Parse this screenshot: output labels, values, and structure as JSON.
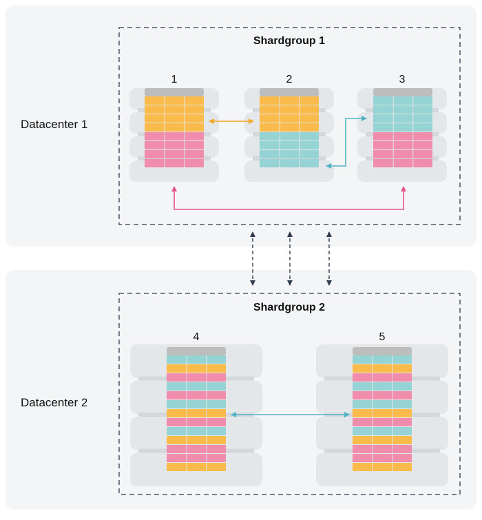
{
  "colors": {
    "orange": "#fbbb4a",
    "pink": "#f08cac",
    "teal": "#95d3d5",
    "header": "#bdbdbd",
    "panel": "#f4f5f7",
    "dash": "#2e3a4f",
    "server": "#e4e7ea",
    "server_shadow": "#d4d8dc"
  },
  "datacenters": [
    {
      "label": "Datacenter 1",
      "shardgroup": {
        "title": "Shardgroup 1",
        "nodes": [
          {
            "number": "1",
            "rows": [
              "orange",
              "orange",
              "orange",
              "orange",
              "pink",
              "pink",
              "pink",
              "pink"
            ]
          },
          {
            "number": "2",
            "rows": [
              "orange",
              "orange",
              "orange",
              "orange",
              "teal",
              "teal",
              "teal",
              "teal"
            ]
          },
          {
            "number": "3",
            "rows": [
              "teal",
              "teal",
              "teal",
              "teal",
              "pink",
              "pink",
              "pink",
              "pink"
            ]
          }
        ],
        "replication_links": [
          {
            "from": "1",
            "to": "2",
            "shard": "orange",
            "icon": "double-arrow"
          },
          {
            "from": "2",
            "to": "3",
            "shard": "teal",
            "icon": "double-arrow"
          },
          {
            "from": "1",
            "to": "3",
            "shard": "pink",
            "icon": "double-arrow"
          }
        ]
      }
    },
    {
      "label": "Datacenter 2",
      "shardgroup": {
        "title": "Shardgroup 2",
        "nodes": [
          {
            "number": "4",
            "rows": [
              "teal",
              "orange",
              "pink",
              "teal",
              "pink",
              "teal",
              "orange",
              "pink",
              "teal",
              "orange",
              "pink",
              "pink",
              "orange"
            ]
          },
          {
            "number": "5",
            "rows": [
              "teal",
              "orange",
              "pink",
              "teal",
              "pink",
              "teal",
              "orange",
              "pink",
              "teal",
              "orange",
              "pink",
              "pink",
              "orange"
            ]
          }
        ],
        "replication_links": [
          {
            "from": "4",
            "to": "5",
            "shard": "teal",
            "icon": "double-arrow"
          }
        ]
      }
    }
  ],
  "inter_datacenter_links": {
    "count": 3,
    "style": "dashed",
    "icon": "double-arrow"
  }
}
